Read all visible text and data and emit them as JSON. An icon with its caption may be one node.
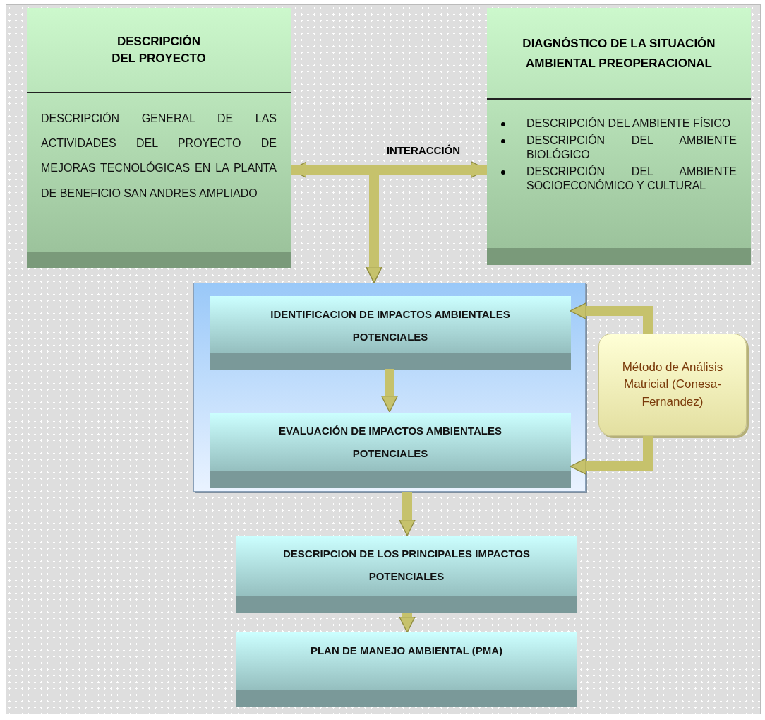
{
  "diagram": {
    "nodes": [
      {
        "text": [
          "DESCRIPCIÓN DEL PROYECTO",
          "DESCRIPCIÓN GENERAL DE LAS ACTIVIDADES DEL PROYECTO DE MEJORAS TECNOLÓGICAS EN LA PLANTA DE BENEFICIO SAN ANDRES AMPLIADO"
        ]
      },
      {
        "text": [
          "DIAGNÓSTICO DE LA SITUACIÓN AMBIENTAL PREOPERACIONAL",
          "DESCRIPCIÓN DEL AMBIENTE FÍSICO",
          "DESCRIPCIÓN DEL AMBIENTE BIOLÓGICO",
          "DESCRIPCIÓN DEL AMBIENTE SOCIOECONÓMICO Y CULTURAL"
        ]
      },
      {
        "text": [],
        "shape": "box"
      },
      {
        "text": [
          "IDENTIFICACION DE IMPACTOS AMBIENTALES POTENCIALES"
        ],
        "in": 2
      },
      {
        "text": [
          "EVALUACIÓN DE IMPACTOS AMBIENTALES POTENCIALES"
        ],
        "in": 2
      },
      {
        "text": [
          "Método de Análisis Matricial (Conesa-Fernandez)"
        ]
      },
      {
        "text": [
          "DESCRIPCION DE LOS PRINCIPALES IMPACTOS POTENCIALES"
        ]
      },
      {
        "text": [
          "PLAN DE MANEJO AMBIENTAL (PMA)"
        ]
      }
    ],
    "edges": [
      {
        "from": 0,
        "to": 1,
        "arrow": "both",
        "label": "INTERACCIÓN"
      },
      {
        "from": 0,
        "to": 2,
        "arrow": "to"
      },
      {
        "from": 1,
        "to": 2,
        "arrow": "to"
      },
      {
        "from": 3,
        "to": 4,
        "arrow": "to"
      },
      {
        "from": 5,
        "to": 3,
        "arrow": "to"
      },
      {
        "from": 5,
        "to": 4,
        "arrow": "to"
      },
      {
        "from": 2,
        "to": 6,
        "arrow": "to"
      },
      {
        "from": 6,
        "to": 7,
        "arrow": "to"
      }
    ]
  }
}
